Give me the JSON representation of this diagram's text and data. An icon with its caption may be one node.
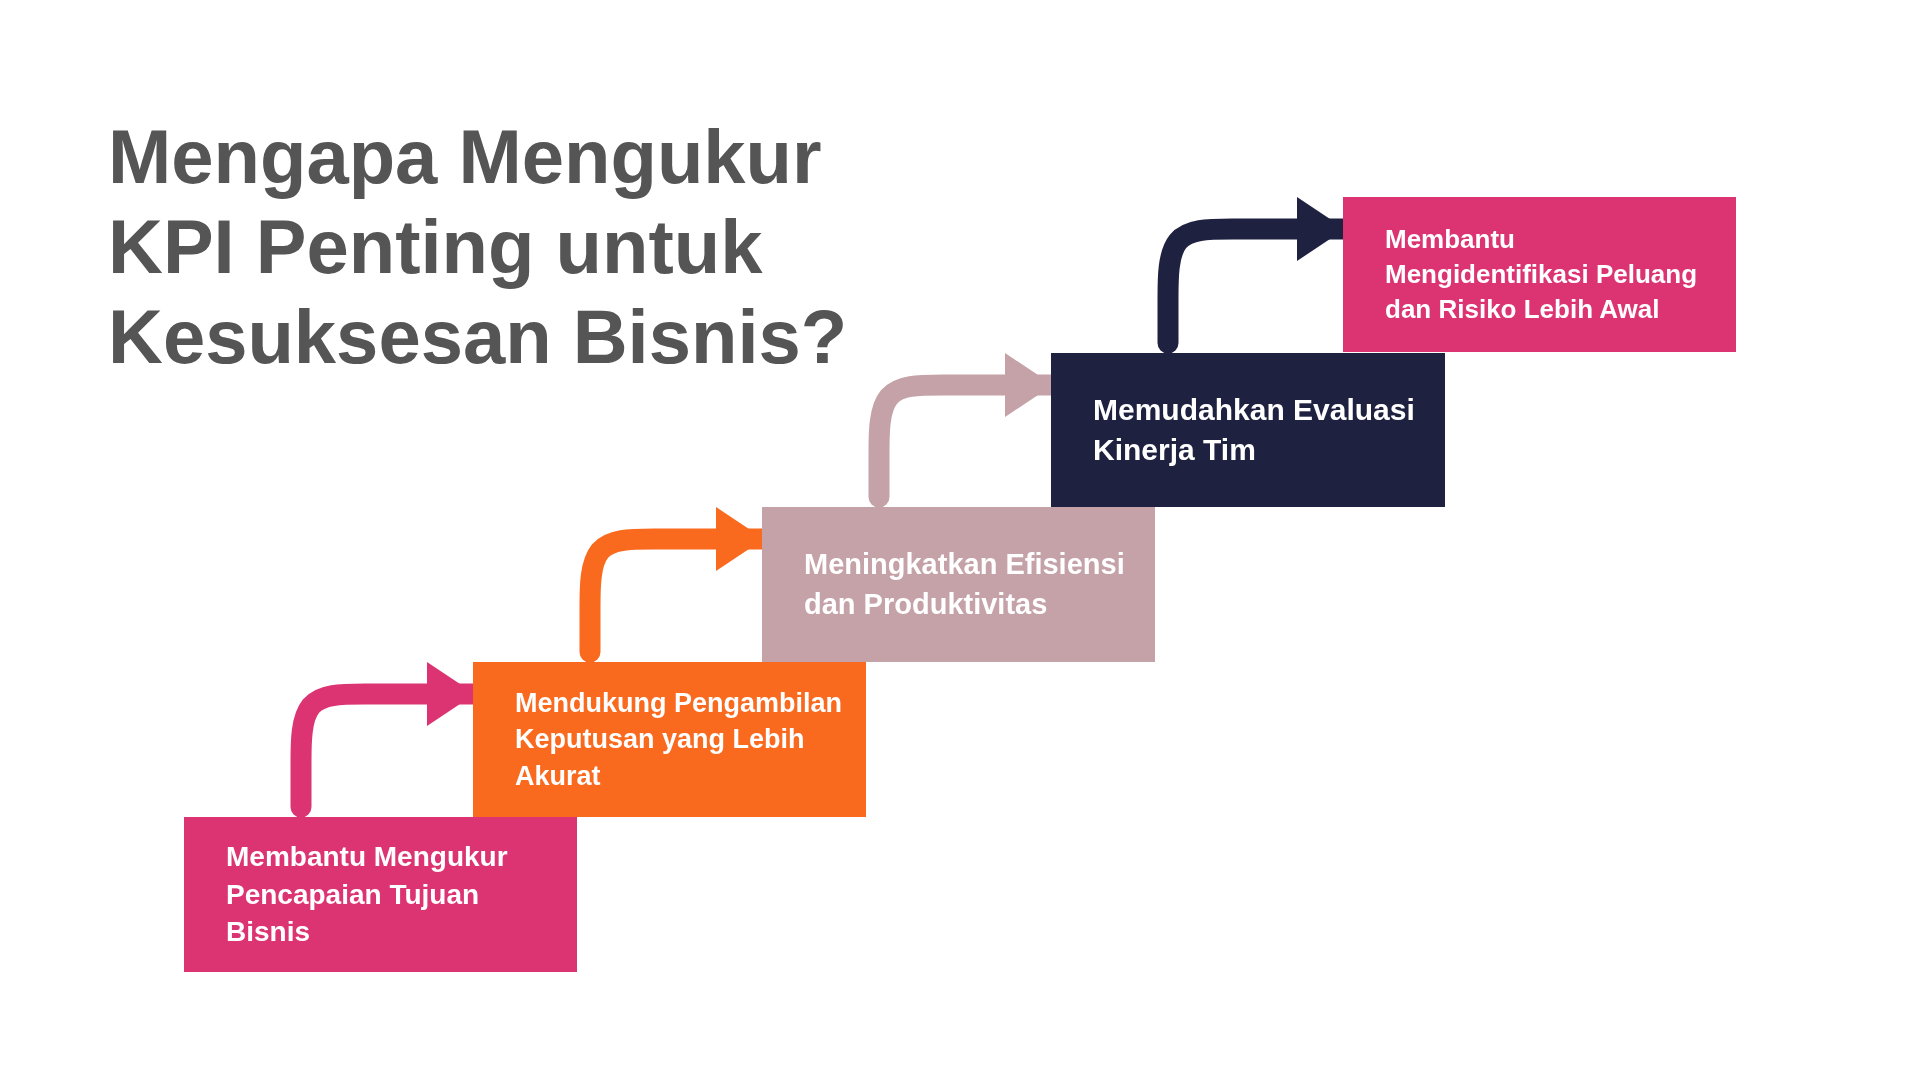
{
  "diagram": {
    "title": "Mengapa Mengukur KPI Penting untuk Kesuksesan Bisnis?",
    "nodes": [
      {
        "text": [
          "Membantu Mengukur Pencapaian Tujuan Bisnis"
        ]
      },
      {
        "text": [
          "Mendukung Pengambilan Keputusan yang Lebih Akurat"
        ]
      },
      {
        "text": [
          "Meningkatkan Efisiensi dan Produktivitas"
        ]
      },
      {
        "text": [
          "Memudahkan Evaluasi Kinerja Tim"
        ]
      },
      {
        "text": [
          "Membantu Mengidentifikasi Peluang dan Risiko Lebih Awal"
        ]
      }
    ],
    "edges": [
      {
        "from": 0,
        "to": 1,
        "arrow": "to",
        "color": "#dc3473"
      },
      {
        "from": 1,
        "to": 2,
        "arrow": "to",
        "color": "#f96a1e"
      },
      {
        "from": 2,
        "to": 3,
        "arrow": "to",
        "color": "#c4a2a8"
      },
      {
        "from": 3,
        "to": 4,
        "arrow": "to",
        "color": "#1f2140"
      }
    ]
  }
}
